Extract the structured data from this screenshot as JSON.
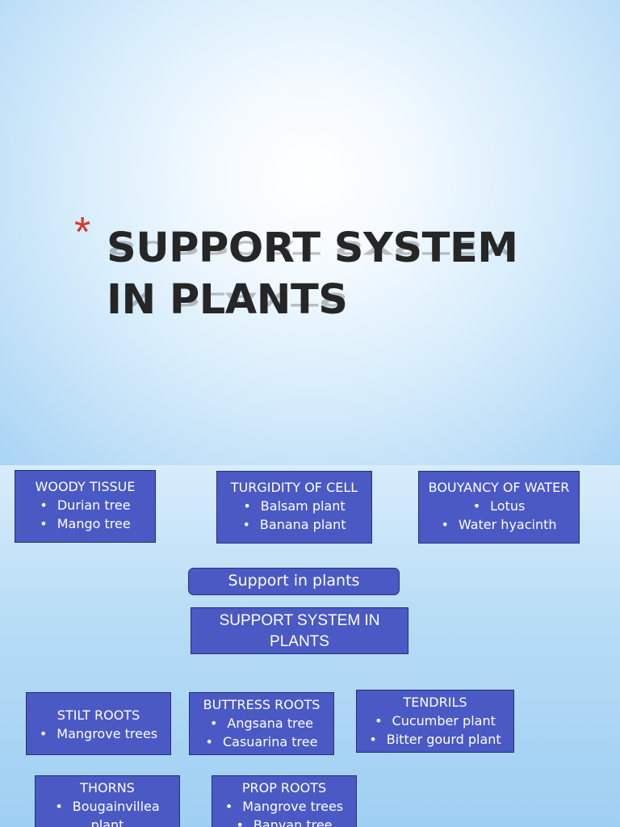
{
  "title_slide": {
    "bullet": "*",
    "title_line1": "SUPPORT SYSTEM",
    "title_line2": "IN PLANTS"
  },
  "diagram_slide": {
    "boxes": [
      {
        "heading": "WOODY TISSUE",
        "items": [
          "Durian tree",
          "Mango tree"
        ]
      },
      {
        "heading": "TURGIDITY  OF CELL",
        "items": [
          "Balsam plant",
          "Banana plant"
        ]
      },
      {
        "heading": "BOUYANCY OF WATER",
        "items": [
          "Lotus",
          "Water hyacinth"
        ]
      }
    ],
    "pill_label": "Support in plants",
    "center_line1": "SUPPORT SYSTEM IN",
    "center_line2": "PLANTS",
    "lower_boxes": [
      {
        "heading": "STILT ROOTS",
        "items": [
          "Mangrove trees"
        ]
      },
      {
        "heading": "BUTTRESS ROOTS",
        "items": [
          "Angsana tree",
          "Casuarina tree"
        ]
      },
      {
        "heading": "TENDRILS",
        "items": [
          "Cucumber plant",
          "Bitter gourd plant"
        ]
      },
      {
        "heading": "THORNS",
        "items": [
          "Bougainvillea",
          "plant"
        ]
      },
      {
        "heading": "PROP ROOTS",
        "items": [
          "Mangrove trees",
          "Banyan tree"
        ]
      }
    ]
  },
  "colors": {
    "box_fill": "#4a59c4",
    "box_border": "#26307a",
    "asterisk": "#d9362b",
    "title_text": "#262626"
  }
}
